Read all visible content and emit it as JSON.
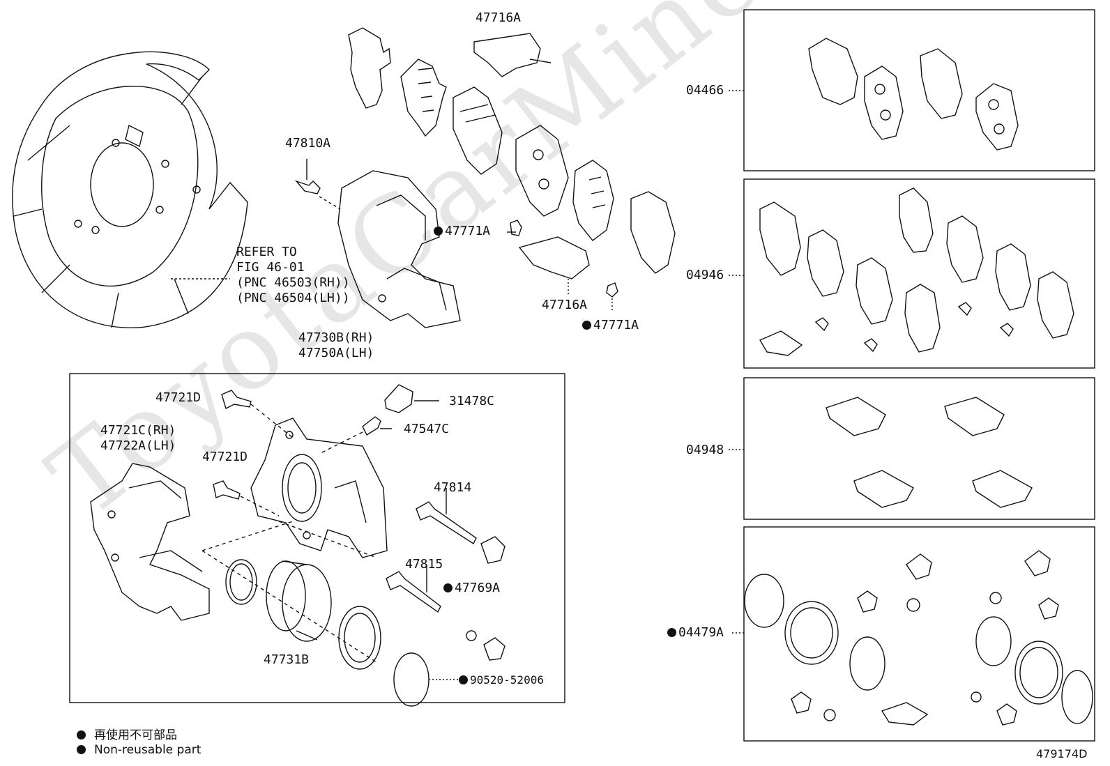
{
  "watermark": "ToyotaCarMine.ru",
  "drawing_number": "479174D",
  "legend": {
    "jp": "再使用不可部品",
    "en": "Non-reusable part"
  },
  "labels": {
    "p47716A_top": "47716A",
    "p47810A": "47810A",
    "p47771A_1": "47771A",
    "p47716A_mid": "47716A",
    "p47771A_2": "47771A",
    "refer_1": "REFER TO",
    "refer_2": "FIG 46-01",
    "refer_3": "(PNC 46503(RH))",
    "refer_4": "(PNC 46504(LH))",
    "p47730B": "47730B(RH)",
    "p47750A": "47750A(LH)",
    "p47721D_1": "47721D",
    "p31478C": "31478C",
    "p47547C": "47547C",
    "p47721C": "47721C(RH)",
    "p47722A": "47722A(LH)",
    "p47721D_2": "47721D",
    "p47814": "47814",
    "p47815": "47815",
    "p47769A": "47769A",
    "p47731B": "47731B",
    "p90520": "90520-52006",
    "k04466": "04466",
    "k04946": "04946",
    "k04948": "04948",
    "k04479A": "04479A"
  }
}
